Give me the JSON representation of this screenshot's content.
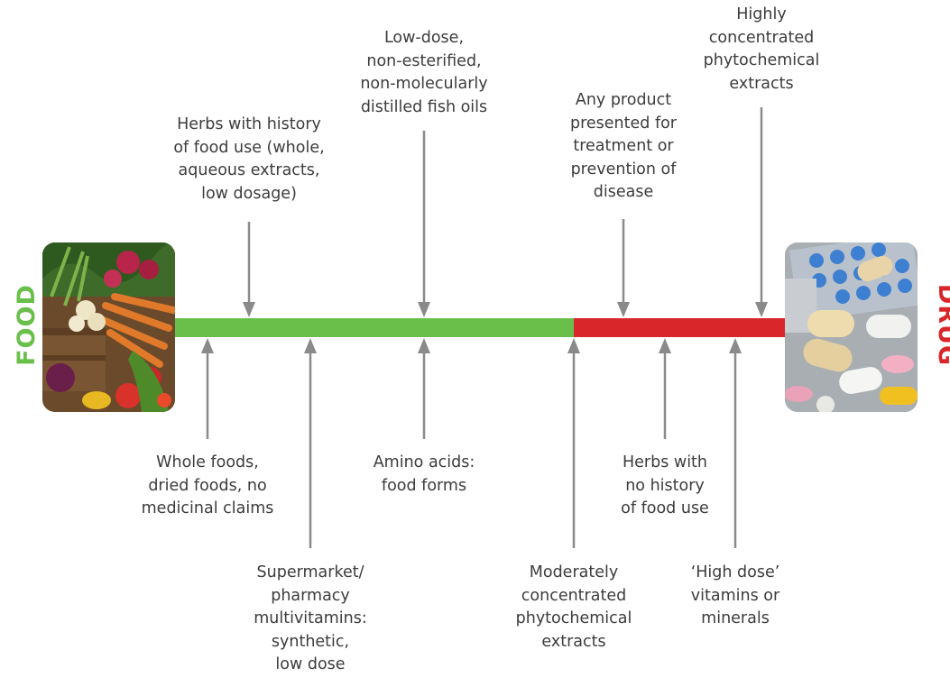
{
  "ends": {
    "left": {
      "label": "FOOD",
      "color": "#6abf4b",
      "image": "vegetables-photo"
    },
    "right": {
      "label": "DRUG",
      "color": "#d8262a",
      "image": "pills-photo"
    }
  },
  "bar": {
    "food_color": "#6abf4b",
    "drug_color": "#d8262a"
  },
  "labels_above": [
    {
      "id": "herbs-food-use",
      "text": "Herbs with history\nof food use (whole,\naqueous extracts,\nlow dosage)"
    },
    {
      "id": "fish-oils",
      "text": "Low-dose,\nnon-esterified,\nnon-molecularly\ndistilled fish oils"
    },
    {
      "id": "disease-product",
      "text": "Any product\npresented for\ntreatment or\nprevention of\ndisease"
    },
    {
      "id": "highly-concentrated",
      "text": "Highly\nconcentrated\nphytochemical\nextracts"
    }
  ],
  "labels_below": [
    {
      "id": "whole-foods",
      "text": "Whole foods,\ndried foods, no\nmedicinal claims"
    },
    {
      "id": "multivitamins",
      "text": "Supermarket/\npharmacy\nmultivitamins:\nsynthetic,\nlow dose"
    },
    {
      "id": "amino-acids",
      "text": "Amino acids:\nfood forms"
    },
    {
      "id": "moderately-concentrated",
      "text": "Moderately\nconcentrated\nphytochemical\nextracts"
    },
    {
      "id": "herbs-no-history",
      "text": "Herbs with\nno history\nof food use"
    },
    {
      "id": "high-dose-vitamins",
      "text": "‘High dose’\nvitamins or\nminerals"
    }
  ],
  "arrow_color": "#8a8a8a"
}
